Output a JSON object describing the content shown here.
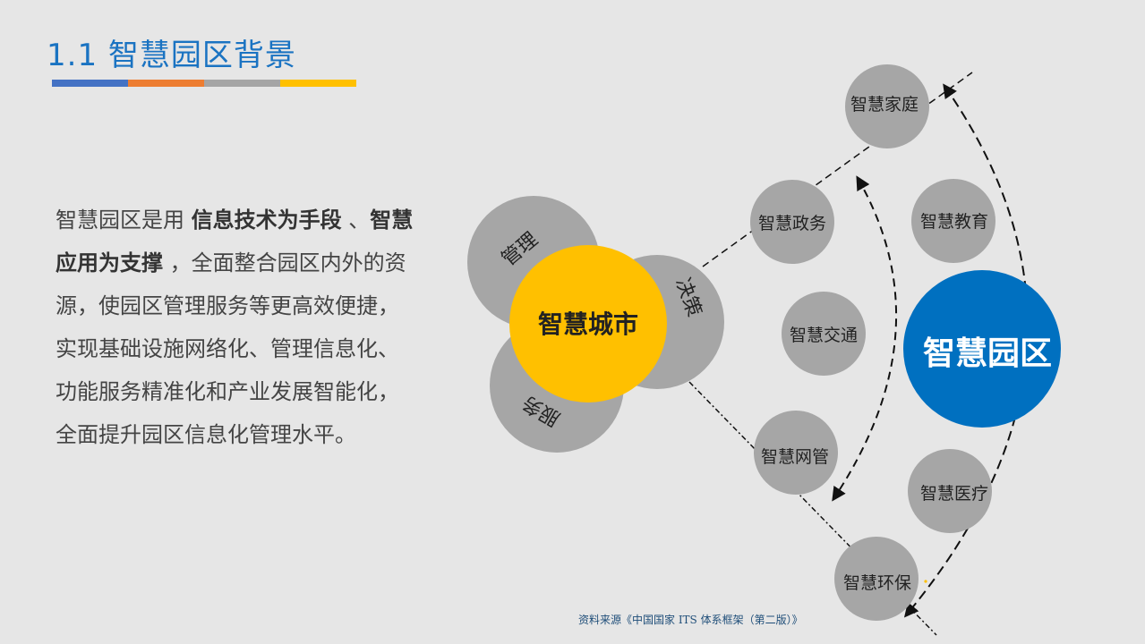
{
  "header": {
    "title": "1.1 智慧园区背景",
    "bar_colors": [
      "#4472c4",
      "#ed7d31",
      "#a5a5a5",
      "#ffc000"
    ]
  },
  "body": {
    "seg1": "智慧园区是用 ",
    "bold1": "信息技术为手段",
    "seg2": " 、",
    "bold2": "智慧应用为支撑",
    "seg3": " ，全面整合园区内外的资源，使园区管理服务等更高效便捷，实现基础设施网络化、管理信息化、功能服务精准化和产业发展智能化，全面提升园区信息化管理水平。"
  },
  "diagram": {
    "city_center": "智慧城市",
    "petals": [
      "管理",
      "决策",
      "服务"
    ],
    "park": "智慧园区",
    "nodes": [
      "智慧家庭",
      "智慧政务",
      "智慧教育",
      "智慧交通",
      "智慧网管",
      "智慧医疗",
      "智慧环保"
    ],
    "colors": {
      "grey": "#a6a6a6",
      "yellow": "#ffc000",
      "blue": "#0070c0",
      "text_dark": "#222222"
    }
  },
  "footer": {
    "source": "资料来源《中国国家 ITS 体系框架（第二版）》"
  }
}
